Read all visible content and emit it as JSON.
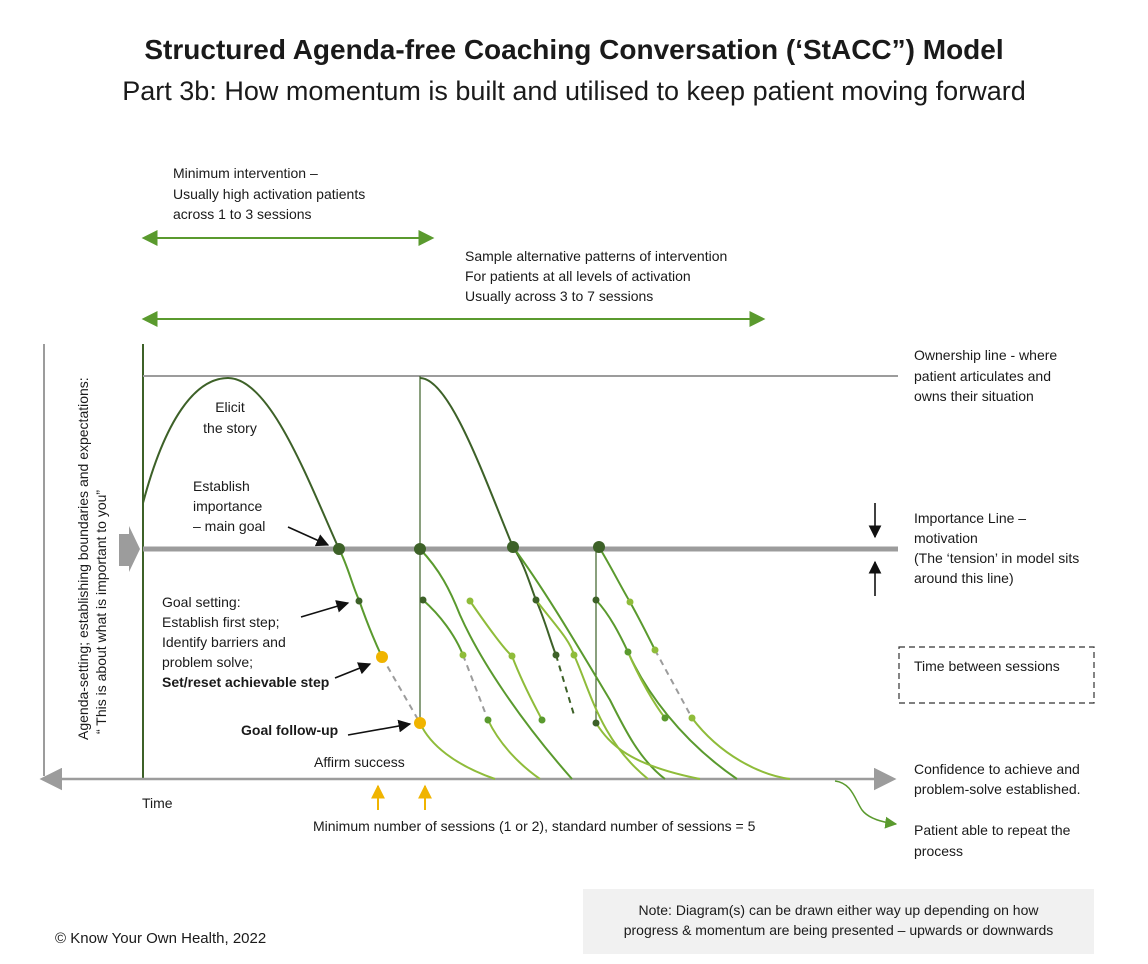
{
  "title": "Structured Agenda-free Coaching Conversation (‘StACC”) Model",
  "subtitle": "Part 3b: How momentum is built and utilised to keep patient moving forward",
  "top_annotations": {
    "min_intervention": [
      "Minimum intervention –",
      "Usually high activation patients",
      "across 1 to 3 sessions"
    ],
    "alternative_patterns": [
      "Sample alternative patterns of intervention",
      "For patients at all levels of activation",
      "Usually across 3 to 7 sessions"
    ]
  },
  "vertical_axis_label": [
    "Agenda-setting; establishing boundaries and expectations:",
    "“  This is about what is important to you”"
  ],
  "left_labels": {
    "elicit": [
      "Elicit",
      "the story"
    ],
    "establish": [
      "Establish",
      "importance",
      "– main goal"
    ],
    "goal_setting": [
      "Goal setting:",
      "Establish first step;",
      "Identify barriers and",
      "problem solve;"
    ],
    "set_reset": "Set/reset achievable step",
    "goal_followup": "Goal follow-up",
    "affirm": "Affirm success",
    "time": "Time"
  },
  "right_labels": {
    "ownership": [
      "Ownership line - where",
      "patient articulates and",
      "owns their situation"
    ],
    "importance": [
      "Importance Line –",
      "motivation",
      "(The ‘tension’ in model sits",
      "around this line)"
    ],
    "time_between": "Time between sessions",
    "confidence": [
      "Confidence to achieve and",
      "problem-solve established."
    ],
    "repeat": [
      "Patient able to repeat the",
      "process"
    ]
  },
  "min_sessions": "Minimum number of sessions (1 or 2), standard number of sessions = 5",
  "note": [
    "Note:  Diagram(s) can be drawn either way up depending on how",
    "progress & momentum are being presented – upwards or downwards"
  ],
  "copyright": "© Know Your Own Health, 2022",
  "colors": {
    "dark_green": "#3d6128",
    "mid_green": "#5a9a2e",
    "light_green": "#8fbc3a",
    "grey_line": "#9c9c9c",
    "orange": "#f0b400"
  }
}
